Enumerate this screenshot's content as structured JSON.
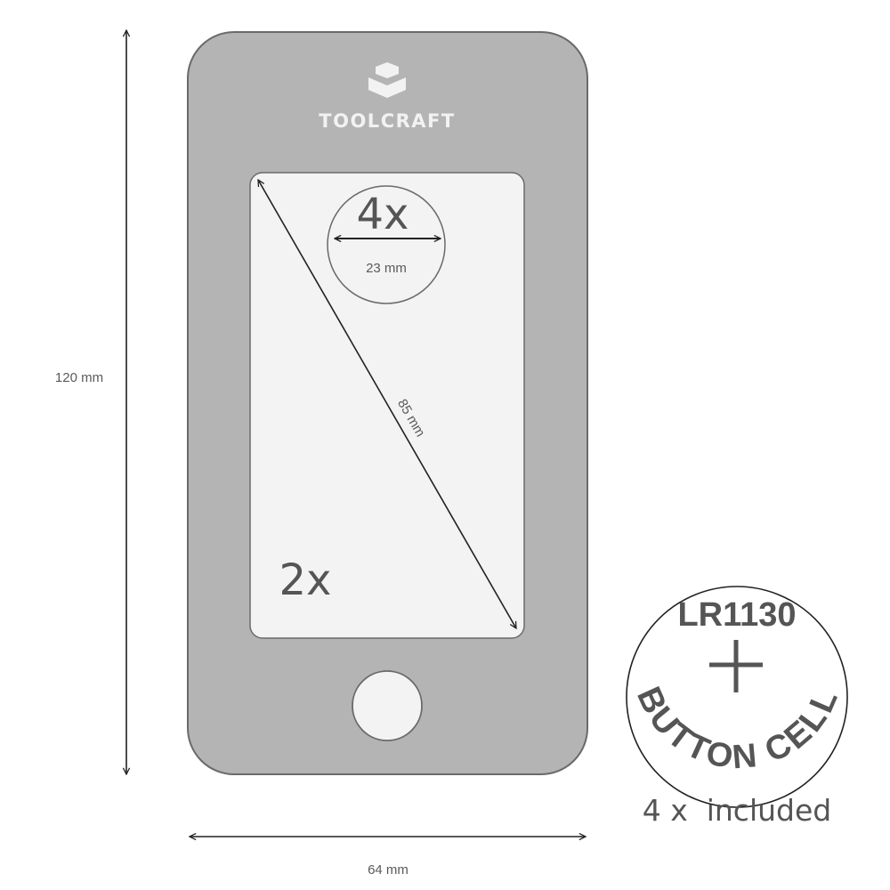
{
  "device": {
    "brand": "TOOLCRAFT",
    "body_color": "#b4b4b4",
    "screen_color": "#f3f3f3",
    "outline_color": "#6a6a6a",
    "magnifier_large": "4x",
    "magnifier_large_diameter": "23 mm",
    "magnifier_main": "2x",
    "screen_diagonal": "85 mm"
  },
  "dimensions": {
    "height": "120 mm",
    "width": "64 mm"
  },
  "battery": {
    "model": "LR1130",
    "type": "BUTTON CELL",
    "symbol": "+",
    "quantity_text": "4 x  included"
  }
}
